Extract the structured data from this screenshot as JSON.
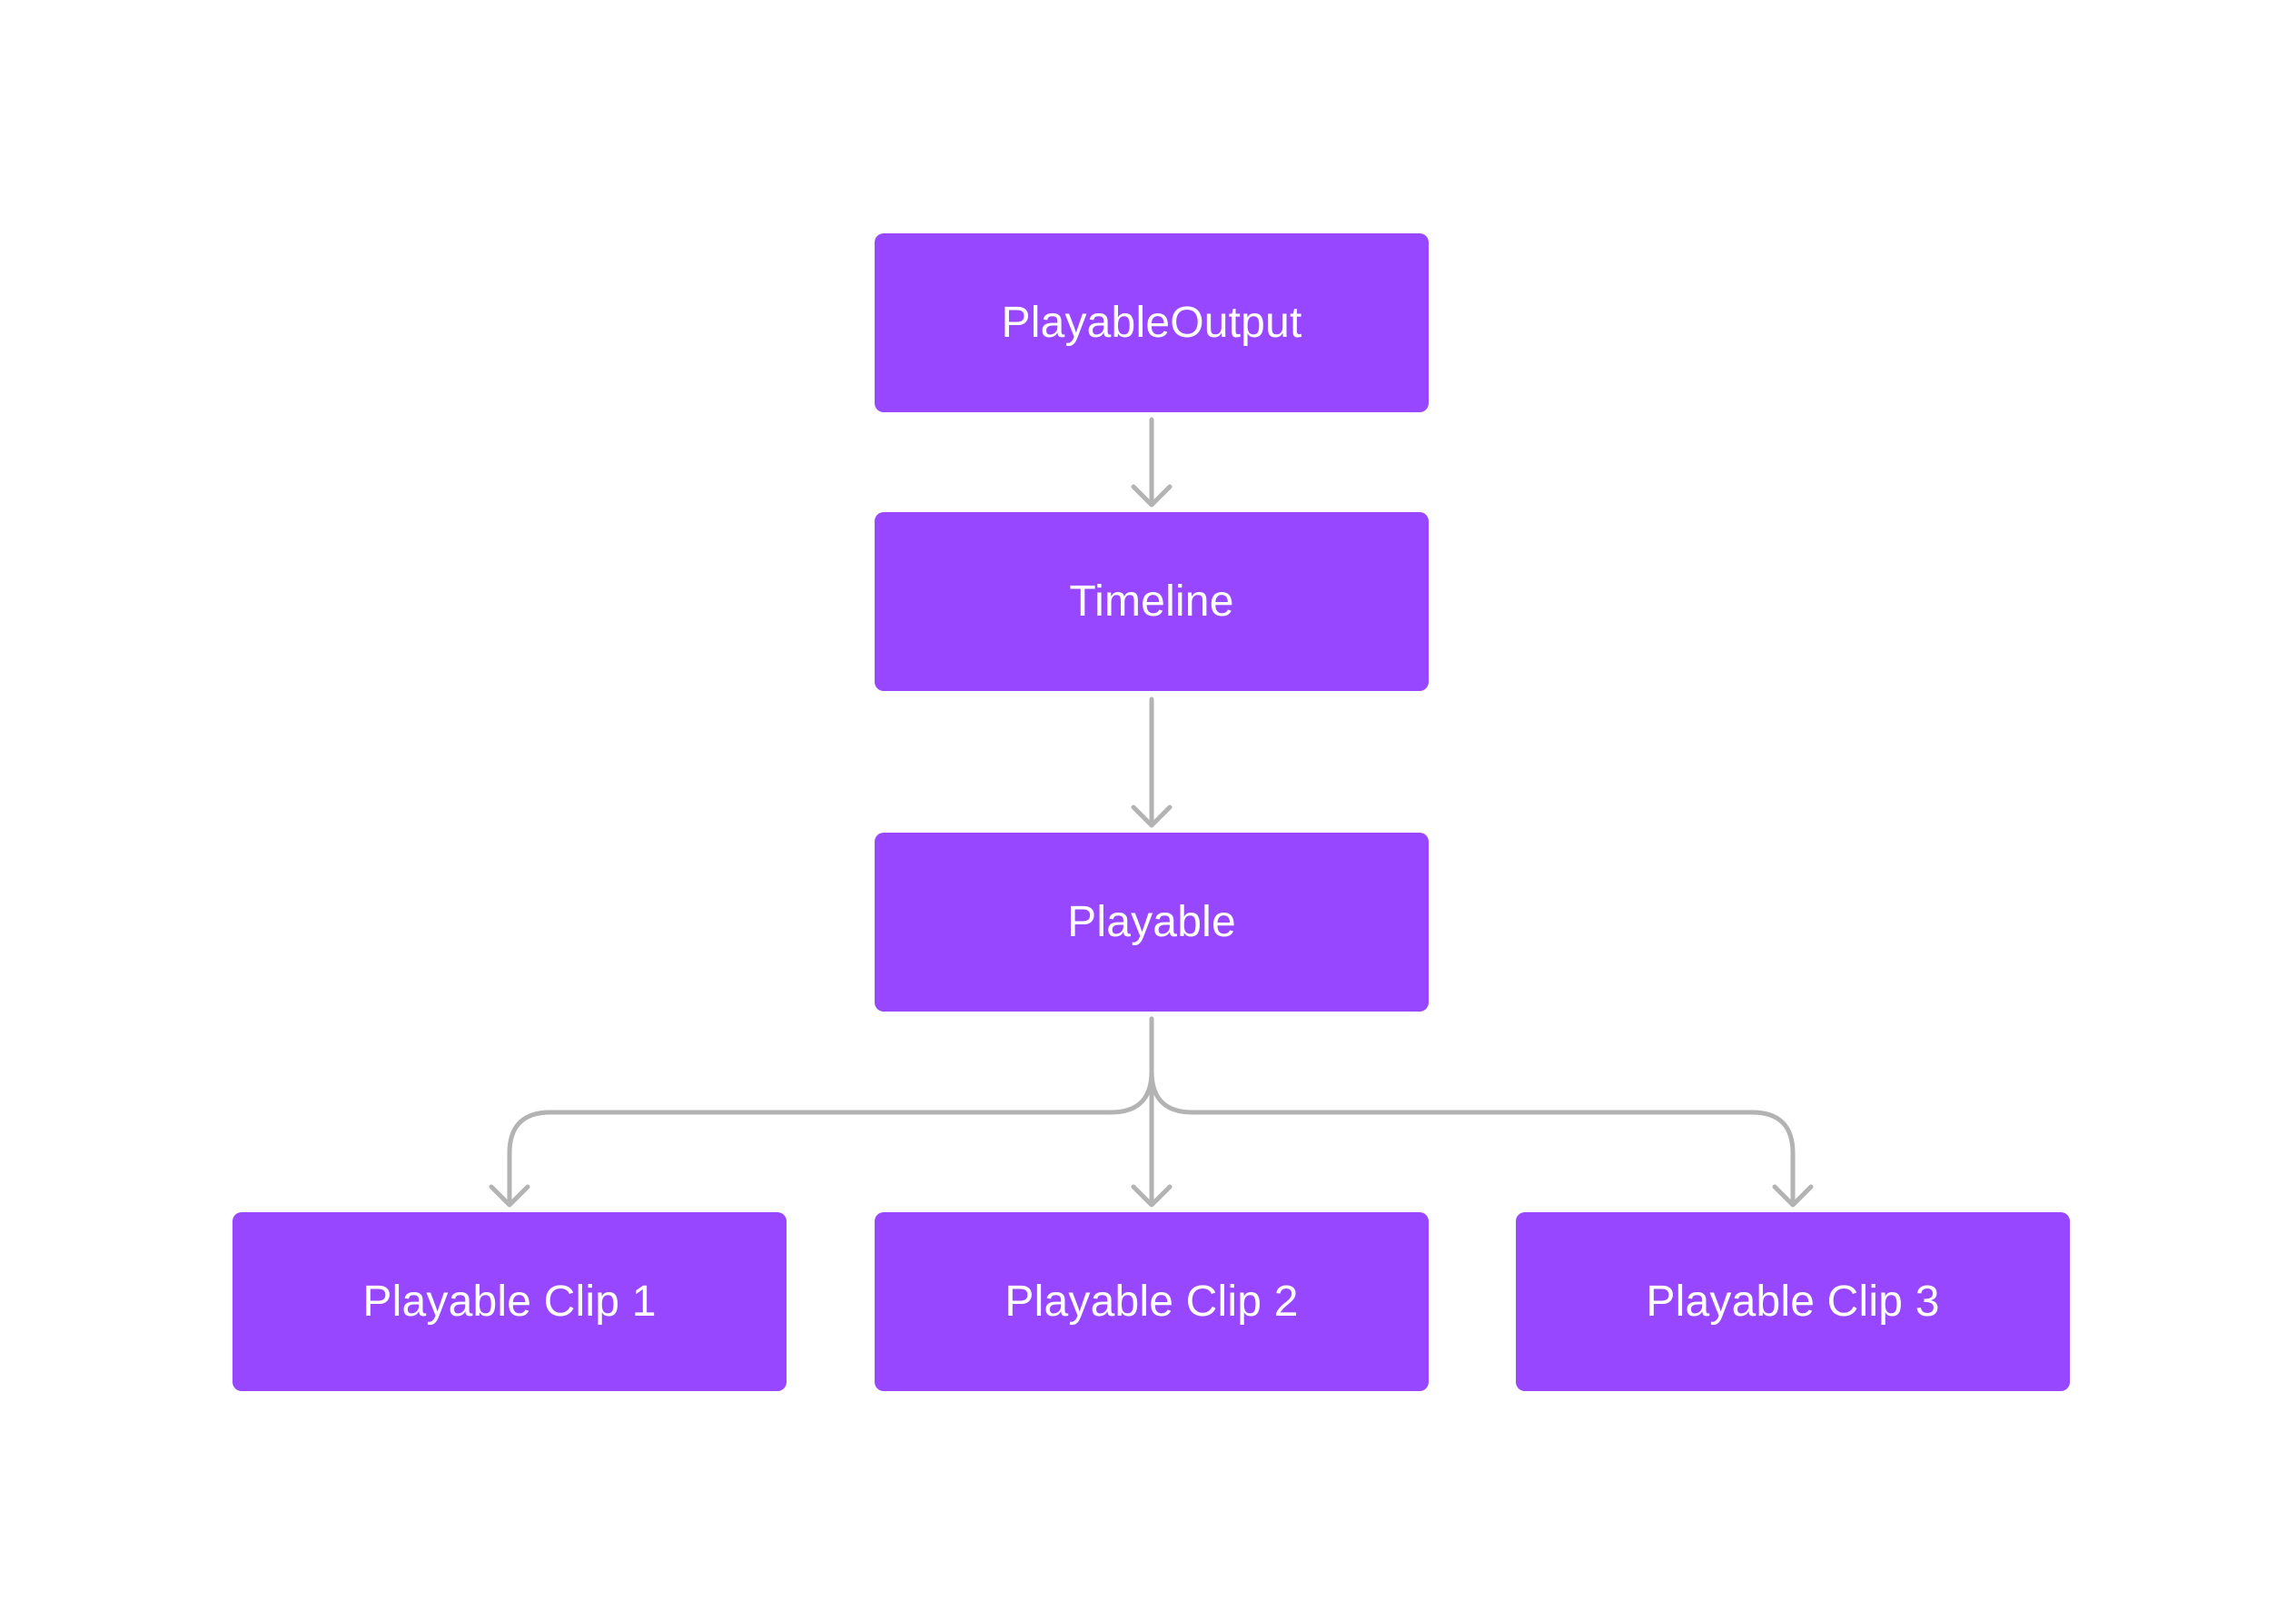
{
  "diagram": {
    "nodes": [
      {
        "id": "output",
        "label": "PlayableOutput"
      },
      {
        "id": "timeline",
        "label": "Timeline"
      },
      {
        "id": "playable",
        "label": "Playable"
      },
      {
        "id": "clip1",
        "label": "Playable Clip 1"
      },
      {
        "id": "clip2",
        "label": "Playable Clip 2"
      },
      {
        "id": "clip3",
        "label": "Playable Clip 3"
      }
    ],
    "edges": [
      {
        "from": "output",
        "to": "timeline"
      },
      {
        "from": "timeline",
        "to": "playable"
      },
      {
        "from": "playable",
        "to": "clip1"
      },
      {
        "from": "playable",
        "to": "clip2"
      },
      {
        "from": "playable",
        "to": "clip3"
      }
    ]
  },
  "colors": {
    "node_fill": "#9747ff",
    "node_text": "#ffffff",
    "connector": "#b3b3b3",
    "background": "#ffffff"
  }
}
